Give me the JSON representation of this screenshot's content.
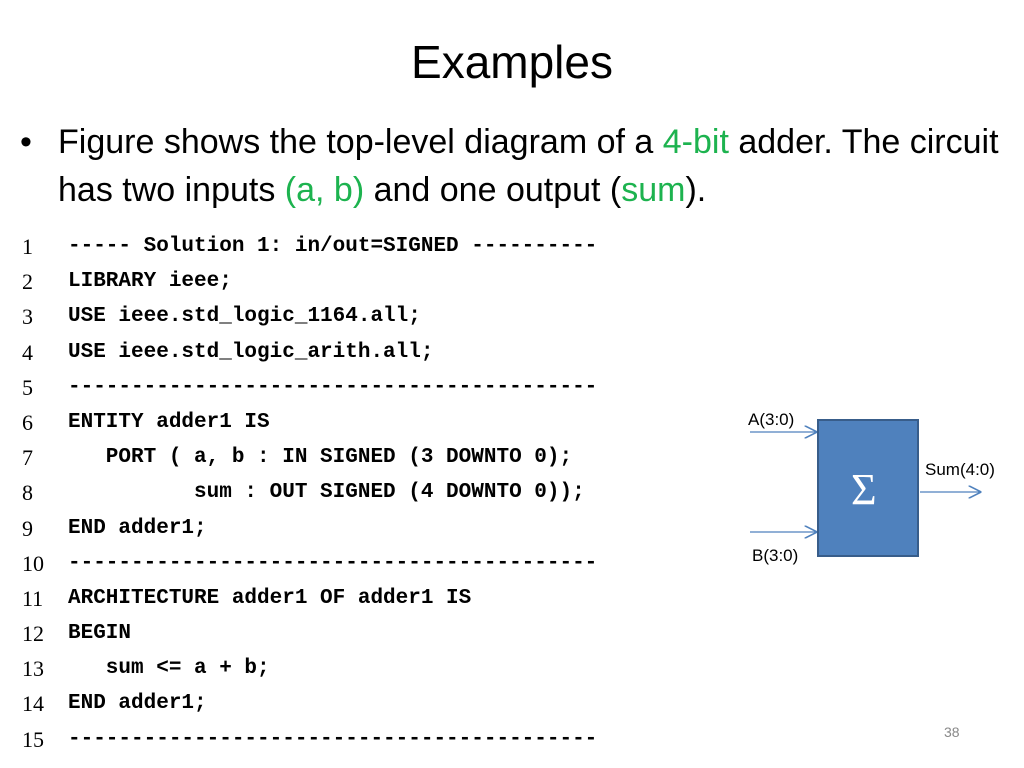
{
  "slide": {
    "title": "Examples",
    "bullet": {
      "part1": "Figure shows the top-level diagram of a ",
      "highlight1": "4-bit",
      "part2": " adder. The circuit has two inputs ",
      "highlight2": "(a, b)",
      "part3": " and one output (",
      "highlight3": "sum",
      "part4": ")."
    },
    "highlight_color": "#1db34f",
    "page_number": "38"
  },
  "code": {
    "lines": [
      {
        "num": "1",
        "text": "----- Solution 1: in/out=SIGNED ----------"
      },
      {
        "num": "2",
        "text": "LIBRARY ieee;"
      },
      {
        "num": "3",
        "text": "USE ieee.std_logic_1164.all;"
      },
      {
        "num": "4",
        "text": "USE ieee.std_logic_arith.all;"
      },
      {
        "num": "5",
        "text": "------------------------------------------"
      },
      {
        "num": "6",
        "text": "ENTITY adder1 IS"
      },
      {
        "num": "7",
        "text": "   PORT ( a, b : IN SIGNED (3 DOWNTO 0);"
      },
      {
        "num": "8",
        "text": "          sum : OUT SIGNED (4 DOWNTO 0));"
      },
      {
        "num": "9",
        "text": "END adder1;"
      },
      {
        "num": "10",
        "text": "------------------------------------------"
      },
      {
        "num": "11",
        "text": "ARCHITECTURE adder1 OF adder1 IS"
      },
      {
        "num": "12",
        "text": "BEGIN"
      },
      {
        "num": "13",
        "text": "   sum <= a + b;"
      },
      {
        "num": "14",
        "text": "END adder1;"
      },
      {
        "num": "15",
        "text": "------------------------------------------"
      }
    ]
  },
  "diagram": {
    "input_a": "A(3:0)",
    "input_b": "B(3:0)",
    "output": "Sum(4:0)",
    "block_symbol": "Σ",
    "block_color": "#4f81bd",
    "block_border": "#385d8a",
    "arrow_color": "#4f81bd"
  }
}
